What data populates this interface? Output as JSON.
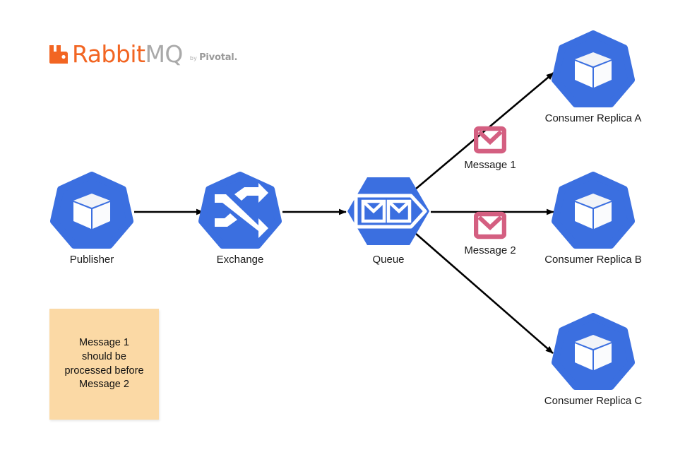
{
  "brand": {
    "logo_mark": "rabbit-icon",
    "name_primary": "Rabbit",
    "name_secondary": "MQ",
    "by_text": "by",
    "vendor": "Pivotal.",
    "primary_color": "#f26522",
    "secondary_color": "#a9a9a9"
  },
  "theme": {
    "node_blue": "#3b6fe0",
    "node_blue_light": "#4a7ce8",
    "message_pink": "#d45f81",
    "sticky_bg": "#fbd9a5",
    "arrow_color": "#000000",
    "text_color": "#1a1a1a",
    "background": "#ffffff"
  },
  "nodes": [
    {
      "id": "publisher",
      "label": "Publisher",
      "icon": "kubernetes-pod-icon"
    },
    {
      "id": "exchange",
      "label": "Exchange",
      "icon": "shuffle-exchange-icon"
    },
    {
      "id": "queue",
      "label": "Queue",
      "icon": "queue-envelopes-icon"
    },
    {
      "id": "consumer-a",
      "label": "Consumer Replica A",
      "icon": "kubernetes-pod-icon"
    },
    {
      "id": "consumer-b",
      "label": "Consumer Replica B",
      "icon": "kubernetes-pod-icon"
    },
    {
      "id": "consumer-c",
      "label": "Consumer Replica C",
      "icon": "kubernetes-pod-icon"
    }
  ],
  "messages": [
    {
      "id": "message-1",
      "label": "Message 1",
      "icon": "envelope-icon"
    },
    {
      "id": "message-2",
      "label": "Message 2",
      "icon": "envelope-icon"
    }
  ],
  "connections": [
    {
      "id": "publisher-to-exchange",
      "from": "publisher",
      "to": "exchange",
      "style": "solid-arrow"
    },
    {
      "id": "exchange-to-queue",
      "from": "exchange",
      "to": "queue",
      "style": "solid-arrow"
    },
    {
      "id": "queue-to-consumer-a",
      "from": "queue",
      "to": "consumer-a",
      "style": "solid-arrow"
    },
    {
      "id": "queue-to-consumer-b",
      "from": "queue",
      "to": "consumer-b",
      "style": "solid-arrow"
    },
    {
      "id": "queue-to-consumer-c",
      "from": "queue",
      "to": "consumer-c",
      "style": "solid-arrow"
    }
  ],
  "note": {
    "id": "ordering-note",
    "text": "Message 1\nshould be\nprocessed before\nMessage 2"
  }
}
